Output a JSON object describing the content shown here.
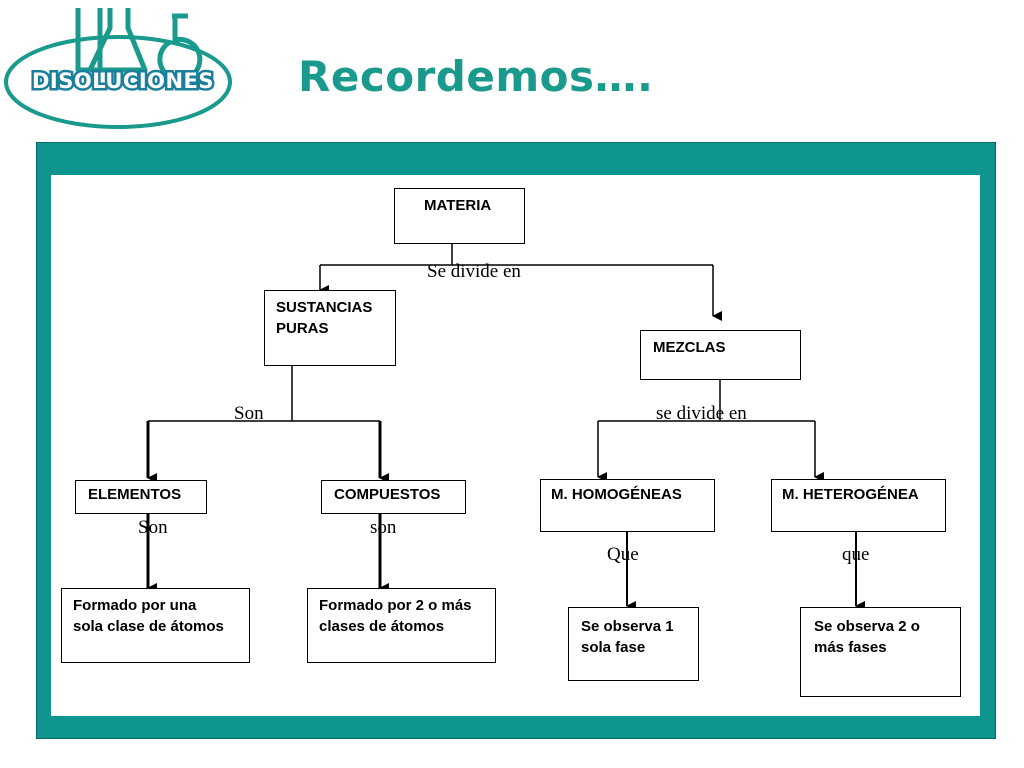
{
  "logo": {
    "text": "DISOLUCIONES",
    "icon": "lab-flasks-icon",
    "color": "#1a9a8c"
  },
  "slide": {
    "title": "Recordemos…."
  },
  "colors": {
    "title": "#1a9a8c",
    "frame": "#0e9590"
  },
  "diagram": {
    "materia": "MATERIA",
    "se_divide_en": "Se divide en",
    "sustancias_puras": [
      "SUSTANCIAS",
      "PURAS"
    ],
    "mezclas": "MEZCLAS",
    "son": "Son",
    "se_divide_en_2": "se divide en",
    "elementos": "ELEMENTOS",
    "compuestos": "COMPUESTOS",
    "m_homogeneas": "M. HOMOGÉNEAS",
    "m_heterogenea": "M. HETEROGÉNEA",
    "son_elementos": "Son",
    "son_compuestos": "son",
    "que_homogeneas": "Que",
    "que_heterogenea": "que",
    "elementos_def": [
      "Formado por una",
      "sola clase de átomos"
    ],
    "compuestos_def": [
      "Formado por 2 o más",
      "clases de átomos"
    ],
    "homogeneas_def": [
      "Se observa 1",
      "sola fase"
    ],
    "heterogenea_def": [
      "Se observa 2 o",
      "más fases"
    ]
  }
}
